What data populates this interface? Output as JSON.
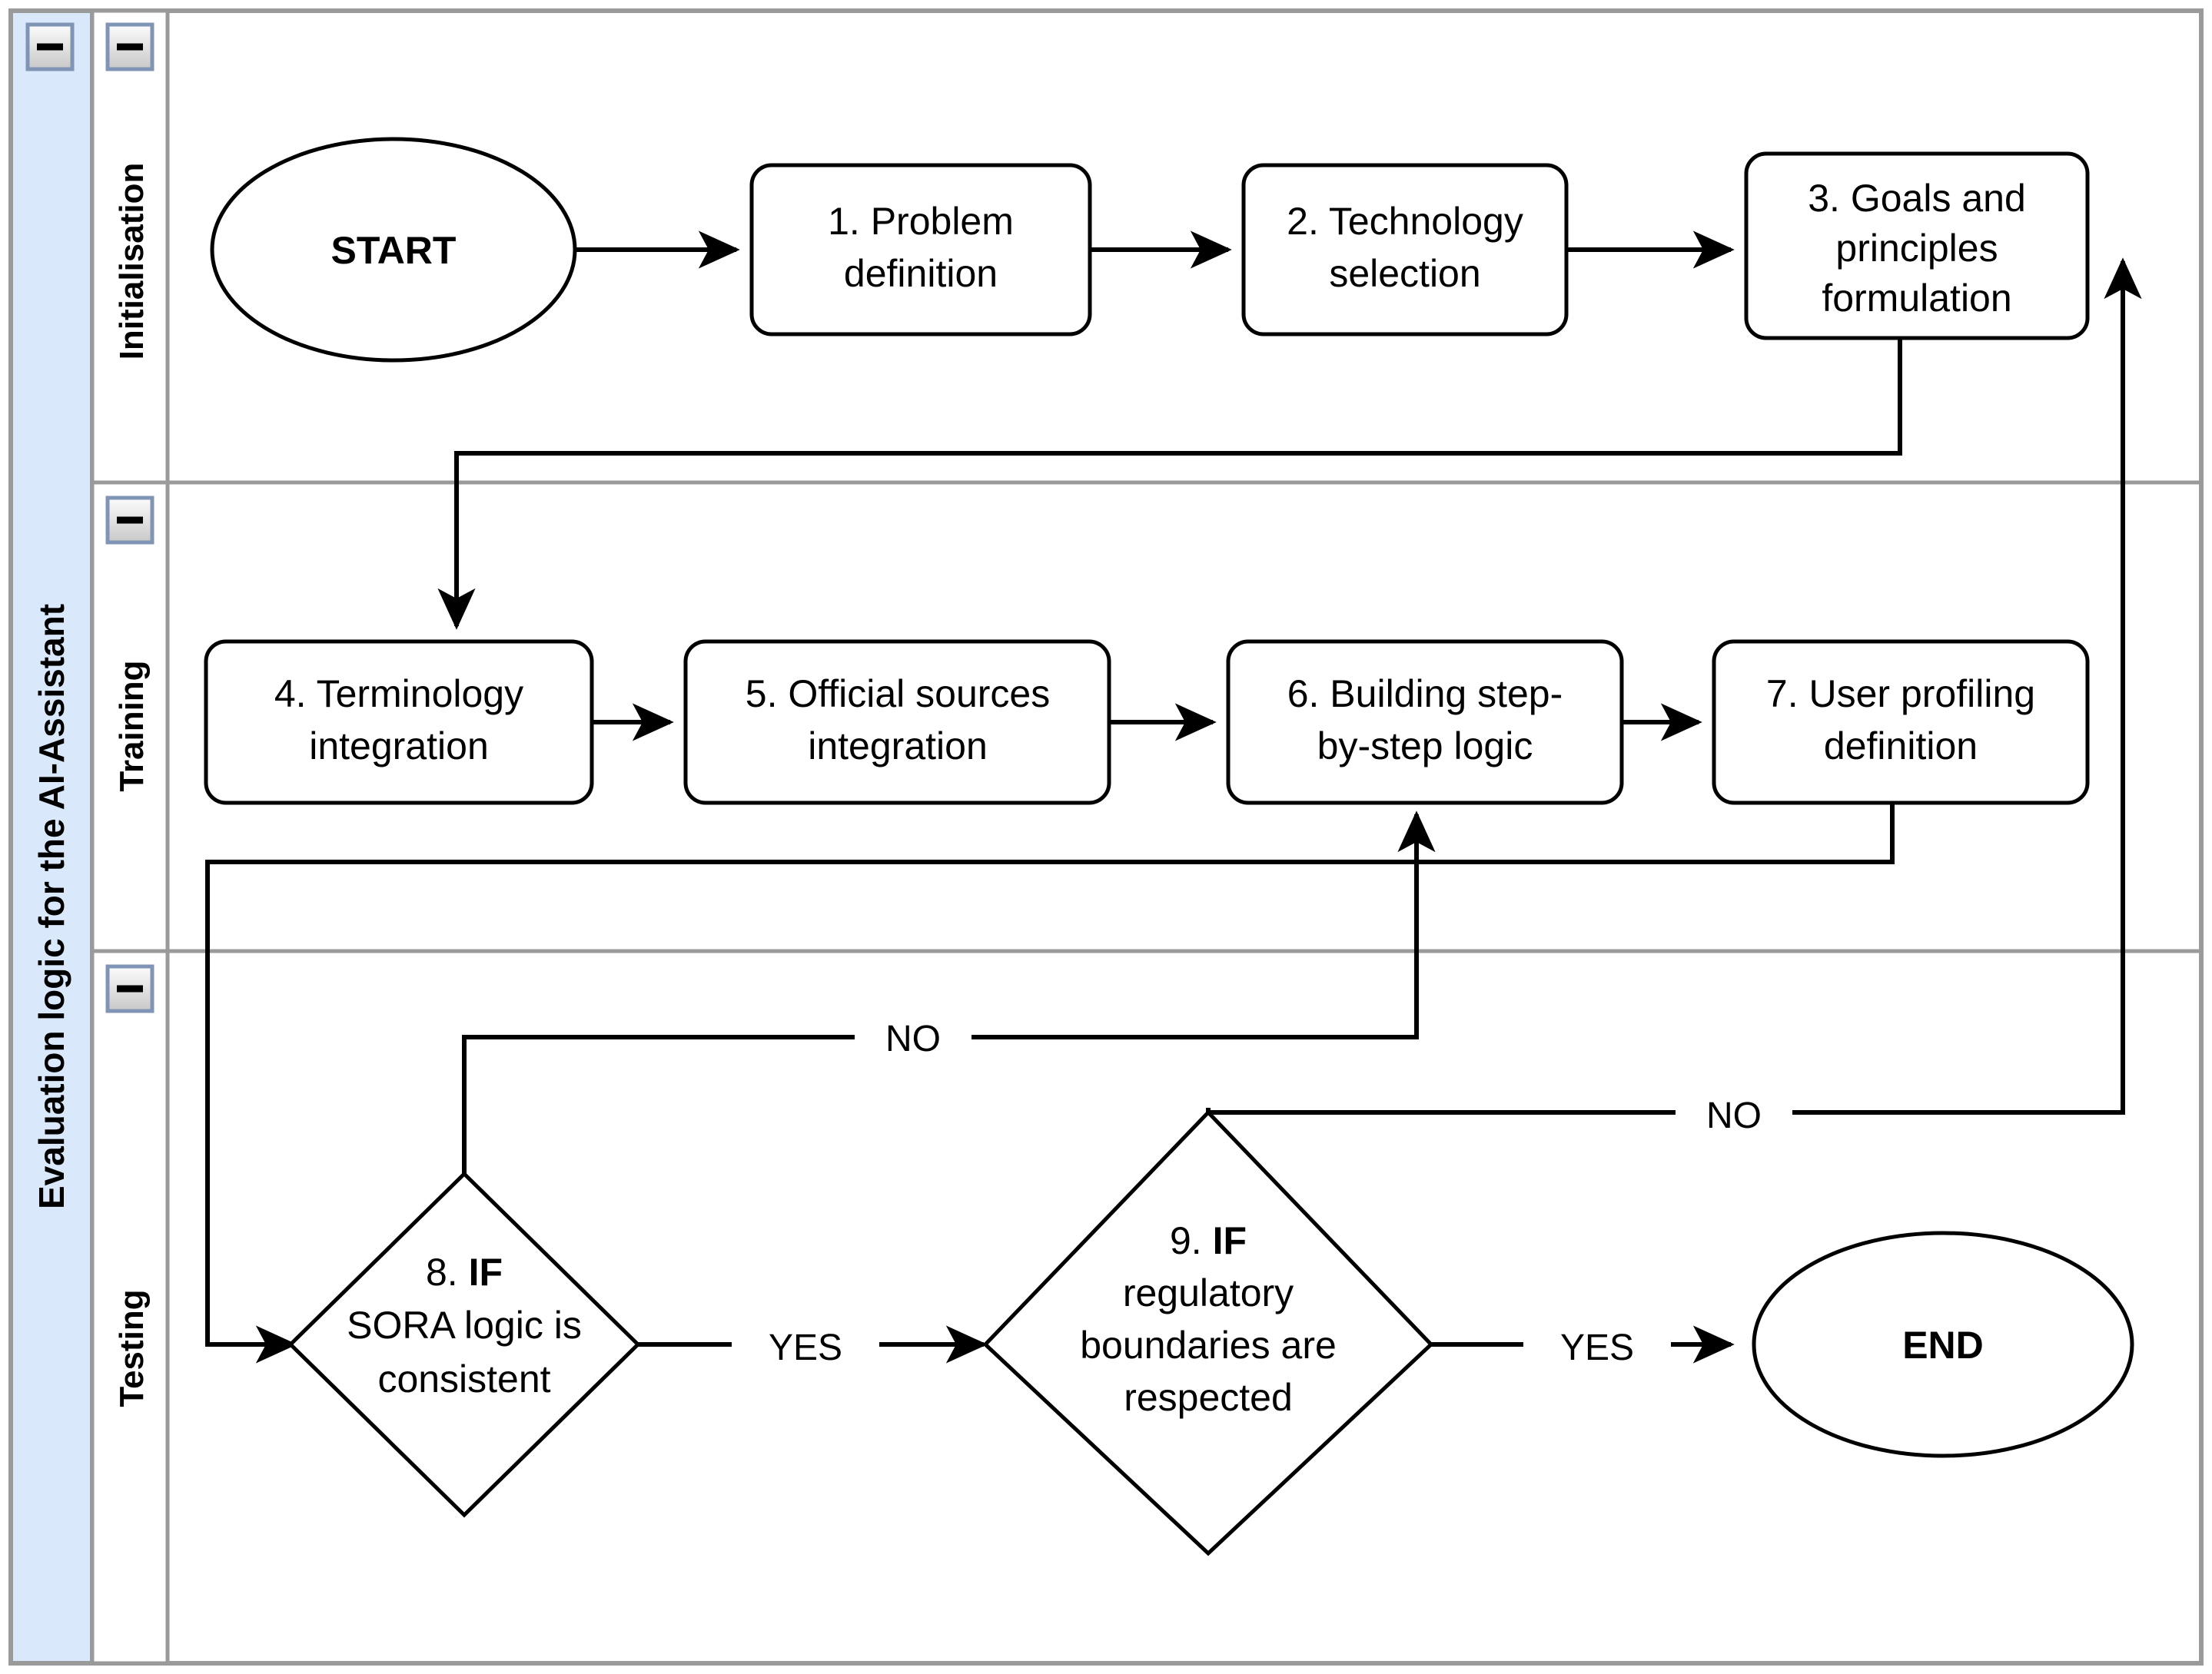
{
  "pool": {
    "title": "Evaluation logic for the AI-Assistant",
    "collapse_icon": "minus-icon",
    "header_color": "#dae8fc",
    "border_color": "#9a9a9a"
  },
  "lanes": [
    {
      "id": "initialisation",
      "label": "Initialisation",
      "collapse_icon": "minus-icon"
    },
    {
      "id": "training",
      "label": "Training",
      "collapse_icon": "minus-icon"
    },
    {
      "id": "testing",
      "label": "Testing",
      "collapse_icon": "minus-icon"
    }
  ],
  "nodes": {
    "start": {
      "label": "START",
      "shape": "ellipse",
      "lane": "initialisation"
    },
    "n1": {
      "lines": [
        "1. Problem",
        "definition"
      ],
      "shape": "rounded-rect",
      "lane": "initialisation"
    },
    "n2": {
      "lines": [
        "2. Technology",
        "selection"
      ],
      "shape": "rounded-rect",
      "lane": "initialisation"
    },
    "n3": {
      "lines": [
        "3. Goals and",
        "principles",
        "formulation"
      ],
      "shape": "rounded-rect",
      "lane": "initialisation"
    },
    "n4": {
      "lines": [
        "4. Terminology",
        "integration"
      ],
      "shape": "rounded-rect",
      "lane": "training"
    },
    "n5": {
      "lines": [
        "5. Official sources",
        "integration"
      ],
      "shape": "rounded-rect",
      "lane": "training"
    },
    "n6": {
      "lines": [
        "6. Building step-",
        "by-step logic"
      ],
      "shape": "rounded-rect",
      "lane": "training"
    },
    "n7": {
      "lines": [
        "7. User profiling",
        "definition"
      ],
      "shape": "rounded-rect",
      "lane": "training"
    },
    "n8": {
      "prefix": "8. ",
      "keyword": "IF",
      "lines": [
        "SORA logic is",
        "consistent"
      ],
      "shape": "diamond",
      "lane": "testing"
    },
    "n9": {
      "prefix": "9. ",
      "keyword": "IF",
      "lines": [
        "regulatory",
        "boundaries are",
        "respected"
      ],
      "shape": "diamond",
      "lane": "testing"
    },
    "end": {
      "label": "END",
      "shape": "ellipse",
      "lane": "testing"
    }
  },
  "edge_labels": {
    "no_1": "NO",
    "no_2": "NO",
    "yes_1": "YES",
    "yes_2": "YES"
  },
  "flow": [
    {
      "from": "start",
      "to": "n1",
      "label": ""
    },
    {
      "from": "n1",
      "to": "n2",
      "label": ""
    },
    {
      "from": "n2",
      "to": "n3",
      "label": ""
    },
    {
      "from": "n3",
      "to": "n4",
      "label": ""
    },
    {
      "from": "n4",
      "to": "n5",
      "label": ""
    },
    {
      "from": "n5",
      "to": "n6",
      "label": ""
    },
    {
      "from": "n6",
      "to": "n7",
      "label": ""
    },
    {
      "from": "n7",
      "to": "n8",
      "label": ""
    },
    {
      "from": "n8",
      "to": "n6",
      "label": "NO"
    },
    {
      "from": "n8",
      "to": "n9",
      "label": "YES"
    },
    {
      "from": "n9",
      "to": "n3",
      "label": "NO"
    },
    {
      "from": "n9",
      "to": "end",
      "label": "YES"
    }
  ]
}
